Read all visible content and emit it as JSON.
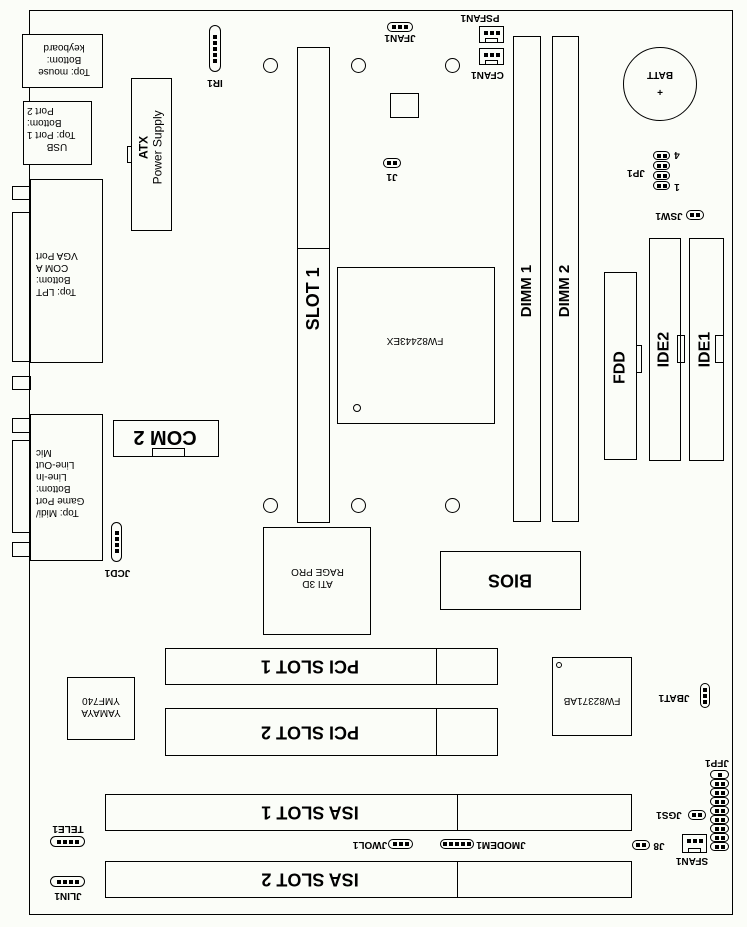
{
  "labels": {
    "ps2": [
      "Top: mouse",
      "Bottom:",
      "keyboard"
    ],
    "usb": [
      "USB",
      "Top: Port 1",
      "Bottom:",
      "Port 2"
    ],
    "atx": [
      "ATX",
      "Power Supply"
    ],
    "ir1": "IR1",
    "slot1": "SLOT 1",
    "jfan1": "JFAN1",
    "psfan1": "PSFAN1",
    "cfan1": "CFAN1",
    "j1": "J1",
    "northbridge": "FW82443EX",
    "dimm1": "DIMM 1",
    "dimm2": "DIMM 2",
    "batt": "BATT",
    "batt_plus": "+",
    "jp1": "JP1",
    "jp1_pin4": "4",
    "jp1_pin1": "1",
    "jsw1": "JSW1",
    "fdd": "FDD",
    "ide2": "IDE2",
    "ide1": "IDE1",
    "vga": [
      "Top: LPT",
      "Bottom:",
      "COM A",
      "VGA Port"
    ],
    "audio": [
      "Top: Midi/",
      "Game Port",
      "Bottom:",
      "Line-In",
      "Line-Out",
      "Mic"
    ],
    "com2": "COM 2",
    "jcd1": "JCD1",
    "ati": [
      "ATI 3D",
      "RAGE PRO"
    ],
    "bios": "BIOS",
    "pci1": "PCI SLOT 1",
    "pci2": "PCI SLOT 2",
    "southbridge": "FW82371AB",
    "jbat1": "JBAT1",
    "yamaha": [
      "YAMAYA",
      "YMF740"
    ],
    "jfp1": "JFP1",
    "isa1": "ISA SLOT 1",
    "isa2": "ISA SLOT 2",
    "jgs1": "JGS1",
    "j8": "J8",
    "sfan1": "SFAN1",
    "jmodem1": "JMODEM1",
    "jwol1": "JWOL1",
    "tele1": "TELE1",
    "jlin1": "JLIN1"
  },
  "colors": {
    "line": "#000000",
    "background": "#fbfdf8"
  }
}
